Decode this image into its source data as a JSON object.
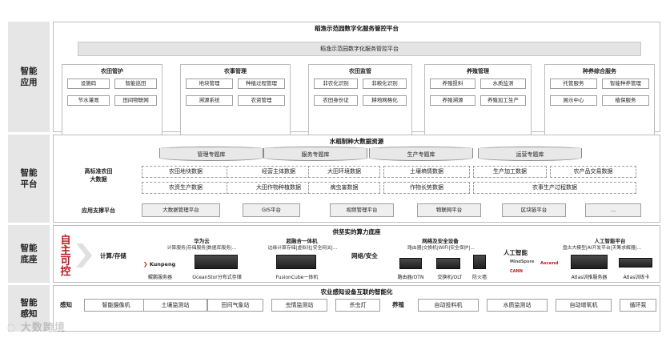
{
  "layers": {
    "application": {
      "label": "智能\n应用",
      "title": "稻渔示范园数字化服务管控平台",
      "bar": "稻渔示范园数字化服务管控平台",
      "modules": [
        {
          "title": "农田管护",
          "items": [
            "设施码",
            "智能巡田",
            "节水灌溉",
            "田间物联网"
          ]
        },
        {
          "title": "农事管理",
          "items": [
            "地块管理",
            "种植过程管理",
            "溯源系统",
            "农资管理"
          ]
        },
        {
          "title": "农田监管",
          "items": [
            "非农化识别",
            "非粮化识别",
            "农田身份证",
            "耕地网格化"
          ]
        },
        {
          "title": "养殖管理",
          "items": [
            "养殖投料",
            "水质监测",
            "养殖溯源",
            "养殖加工生产"
          ]
        },
        {
          "title": "种养综合服务",
          "items": [
            "托管服务",
            "智能种养管理",
            "展示中心",
            "植保服务"
          ]
        }
      ]
    },
    "platform": {
      "label": "智能\n平台",
      "title": "水稻制种大数据资源",
      "databases": [
        "管理专题库",
        "服务专题库",
        "生产专题库",
        "运营专题库"
      ],
      "side_label": "高标准农田\n大数据",
      "row1": [
        "农田地块数据",
        "经营主体数据",
        "大田环境数据",
        "土壤墒情数据",
        "生产加工数据",
        "农产品交易数据"
      ],
      "row2": [
        "农资生产数据",
        "大田作物种植数据",
        "病虫害数据",
        "作物长势数据",
        "农事生产过程数据"
      ],
      "support_label": "应用支撑平台",
      "support": [
        "大数据管理平台",
        "GIS平台",
        "视频管理平台",
        "物联网平台",
        "区块链平台",
        "..."
      ]
    },
    "infrastructure": {
      "label": "智能\n底座",
      "title": "供坚实的算力底座",
      "self_control": "自主可控",
      "compute_label": "计算/存储",
      "huawei": {
        "title": "华为云",
        "sub": "计算服务|存储服务|数据库服务|...",
        "logo": "Kunpeng",
        "server": "鲲鹏服务器",
        "storage": "OceanStor分布式存储"
      },
      "fusion": {
        "title": "超融合一体机",
        "sub": "边缘计算存储|虚拟化|安全网关|...",
        "caption": "FusionCube一体机"
      },
      "net_label": "网络/安全",
      "network": {
        "title": "网络及安全设备",
        "sub": "路由器|交换机|WIFI|安全保护|...",
        "router": "路由器/OTN",
        "switch": "交换机/OLT",
        "firewall": "防火墙"
      },
      "ai_label": "人工智能",
      "ai": {
        "title": "人工智能平台",
        "sub": "盘古大模型|AI开发平台|天筹求解器|...",
        "logo1": "MindSpore",
        "logo2": "CANN",
        "logo3": "Ascend",
        "server": "Atlas训推服务器",
        "card": "Atlas训练卡"
      }
    },
    "sensing": {
      "label": "智能\n感知",
      "title": "农业感知设备互联的智能化",
      "perception_label": "感知",
      "perception": [
        "智能摄像机",
        "土壤监测站",
        "田间气象站",
        "虫情监测站",
        "杀虫灯"
      ],
      "aquaculture_label": "养殖",
      "aquaculture": [
        "自动投料机",
        "水质监测站",
        "自动增氧机",
        "循环泵"
      ]
    }
  },
  "watermark": "大数跨境"
}
